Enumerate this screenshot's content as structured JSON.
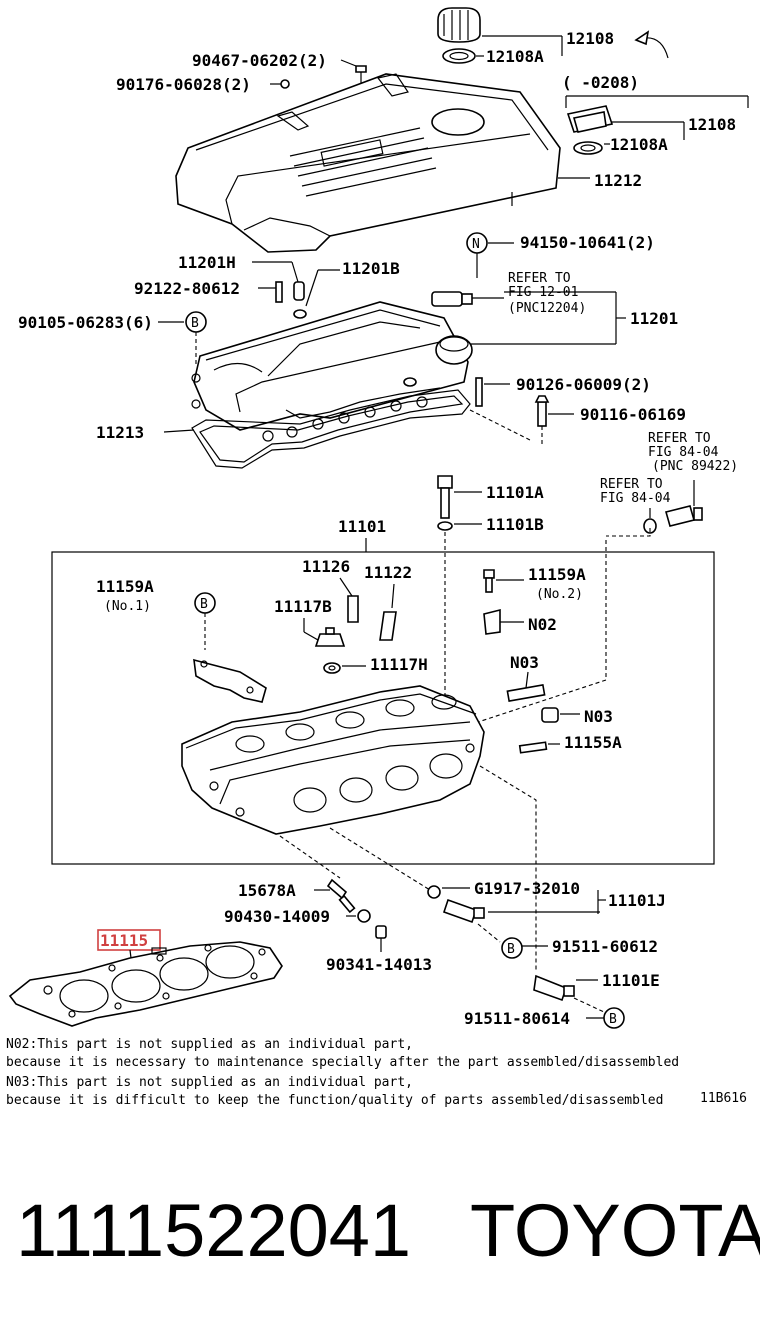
{
  "labels": {
    "l12108": "12108",
    "l12108A": "12108A",
    "l90467": "90467-06202(2)",
    "l90176": "90176-06028(2)",
    "lrange": "(      -0208)",
    "l12108b": "12108",
    "l12108Ab": "12108A",
    "l11212": "11212",
    "lN1": "N",
    "l94150": "94150-10641(2)",
    "l11201H": "11201H",
    "l11201B": "11201B",
    "l92122": "92122-80612",
    "lreferto1": "REFER TO",
    "lfig1201": "FIG 12-01",
    "lpnc12204": "(PNC12204)",
    "l11201": "11201",
    "l90105": "90105-06283(6)",
    "lB1": "B",
    "l90126": "90126-06009(2)",
    "l90116": "90116-06169",
    "l11213": "11213",
    "lreferto2": "REFER TO",
    "lfig8404a": "FIG 84-04",
    "lpnc89422": "(PNC 89422)",
    "lreferto3": "REFER TO",
    "lfig8404b": "FIG 84-04",
    "l11101A": "11101A",
    "l11101": "11101",
    "l11101B": "11101B",
    "l11159A1": "11159A",
    "lno1": "(No.1)",
    "lB2": "B",
    "l11126": "11126",
    "l11122": "11122",
    "l11117B": "11117B",
    "l11117H": "11117H",
    "l11159A2": "11159A",
    "lno2": "(No.2)",
    "lN02": "N02",
    "lN03a": "N03",
    "lN03b": "N03",
    "l11155A": "11155A",
    "l15678A": "15678A",
    "lG1917": "G1917-32010",
    "l11101J": "11101J",
    "l90430": "90430-14009",
    "l11115": "11115",
    "l90341": "90341-14013",
    "lB3": "B",
    "l91511a": "91511-60612",
    "l11101E": "11101E",
    "l91511b": "91511-80614",
    "lB4": "B"
  },
  "notes": {
    "n02_line1": "N02:This part is not supplied as an individual part,",
    "n02_line2": " because it is necessary to maintenance specially after the part assembled/disassembled",
    "n03_line1": "N03:This part is not supplied as an individual part,",
    "n03_line2": " because it is difficult to keep the function/quality of parts assembled/disassembled",
    "code": "11B616"
  },
  "footer": {
    "part_number": "1111522041",
    "brand": "TOYOTA"
  },
  "highlight": {
    "color": "#d04040",
    "part": "11115"
  }
}
